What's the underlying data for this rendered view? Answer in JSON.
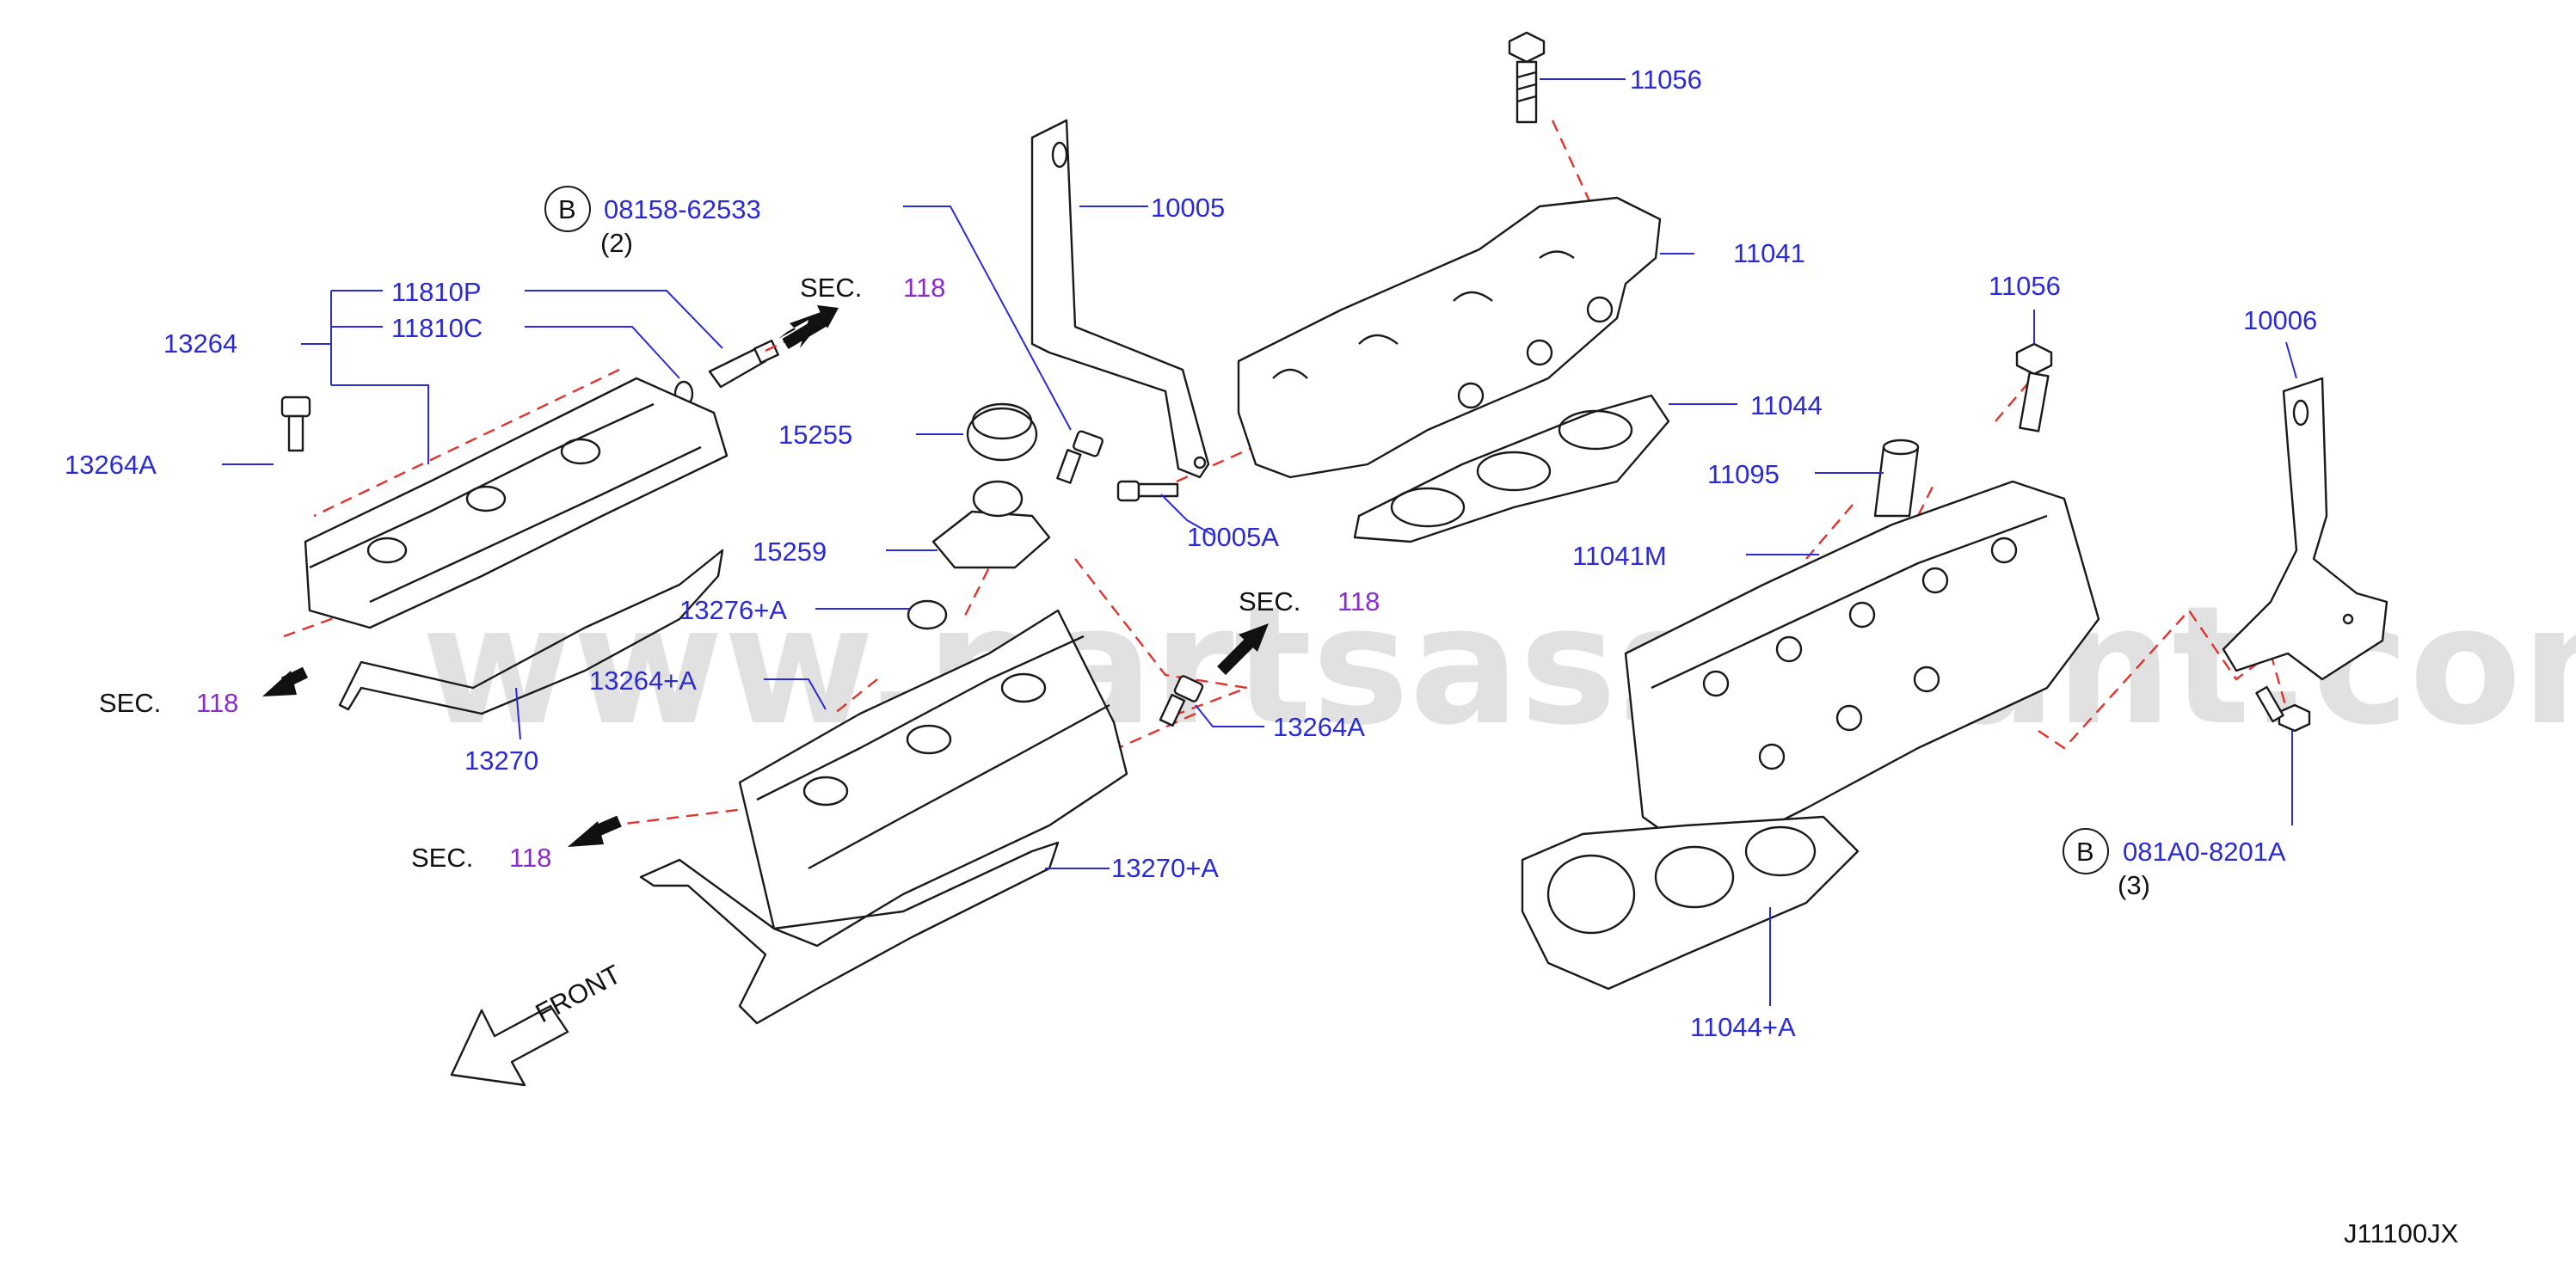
{
  "watermark": "www.partsassistant.com",
  "diagram_code": "J11100JX",
  "front_label": "FRONT",
  "sec_label": "SEC.",
  "sec_number": "118",
  "callouts": {
    "p11056_top": "11056",
    "p10005": "10005",
    "p11041": "11041",
    "p08158_b": "B",
    "p08158": "08158-62533",
    "p08158_qty": "(2)",
    "p11810P": "11810P",
    "p11810C": "11810C",
    "p13264": "13264",
    "p13264A_left": "13264A",
    "p15255": "15255",
    "p15259": "15259",
    "p13276A": "13276+A",
    "p13264plusA": "13264+A",
    "p13270": "13270",
    "p10005A": "10005A",
    "p11044": "11044",
    "p11056_right": "11056",
    "p10006": "10006",
    "p11095": "11095",
    "p11041M": "11041M",
    "p13264A_mid": "13264A",
    "p13270plusA": "13270+A",
    "p081A0_b": "B",
    "p081A0": "081A0-8201A",
    "p081A0_qty": "(3)",
    "p11044plusA": "11044+A"
  }
}
